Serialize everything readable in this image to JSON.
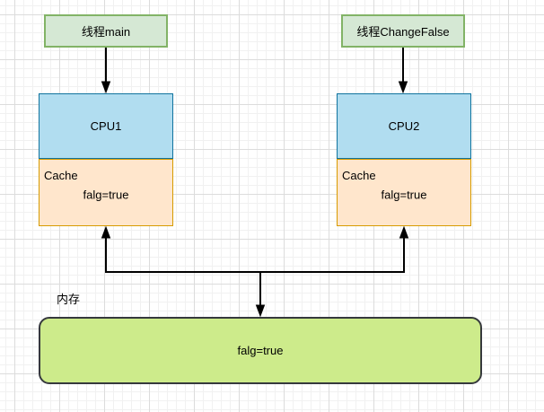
{
  "colors": {
    "thread_fill": "#d5e8d4",
    "thread_border": "#82b366",
    "cpu_fill": "#b1ddf0",
    "cpu_border": "#10739e",
    "cache_fill": "#ffe6cc",
    "cache_border": "#d79b00",
    "memory_fill": "#cdeb8b",
    "memory_border": "#36393d",
    "connector": "#000000"
  },
  "nodes": {
    "thread_main": {
      "label": "线程main"
    },
    "thread_change_false": {
      "label": "线程ChangeFalse"
    },
    "cpu1": {
      "label": "CPU1"
    },
    "cpu2": {
      "label": "CPU2"
    },
    "cache1": {
      "title": "Cache",
      "value": "falg=true"
    },
    "cache2": {
      "title": "Cache",
      "value": "falg=true"
    },
    "memory": {
      "label": "内存",
      "value": "falg=true"
    }
  }
}
